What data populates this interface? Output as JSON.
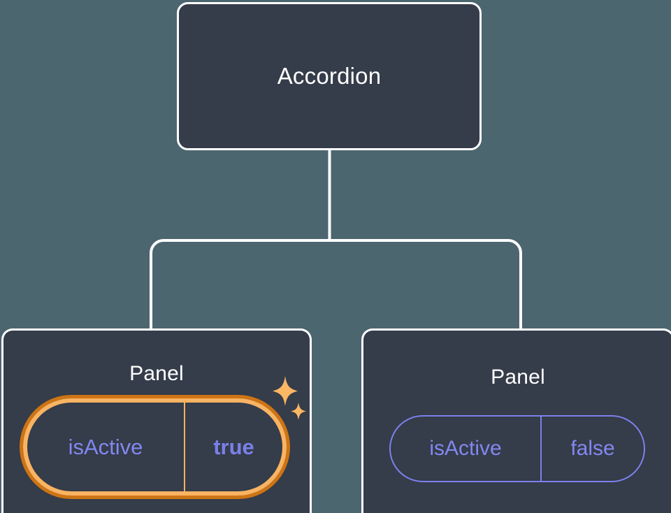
{
  "canvas": {
    "background_color": "#4c6670",
    "node_fill_color": "#353c4a",
    "node_border_color": "#ffffff",
    "connector_color": "#ffffff",
    "prop_accent_color": "#7b81ea",
    "highlight_inner_color": "#f9b463",
    "highlight_outer_color": "#ce7414",
    "sparkle_color": "#fab764"
  },
  "tree": {
    "root": {
      "label": "Accordion"
    },
    "children": [
      {
        "label": "Panel",
        "highlighted": true,
        "prop": {
          "key": "isActive",
          "value": "true"
        }
      },
      {
        "label": "Panel",
        "highlighted": false,
        "prop": {
          "key": "isActive",
          "value": "false"
        }
      }
    ]
  },
  "icons": {
    "sparkle_large": "sparkle-icon",
    "sparkle_small": "sparkle-small-icon"
  }
}
